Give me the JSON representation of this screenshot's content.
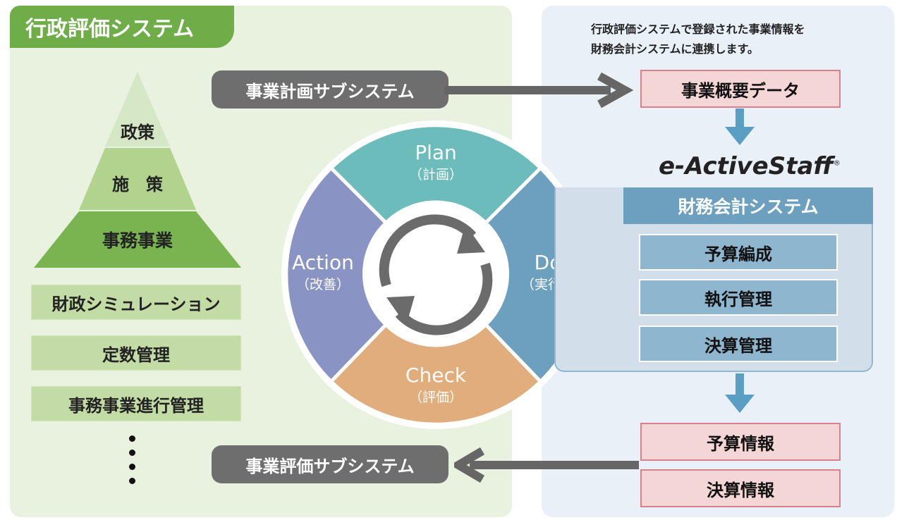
{
  "title": "行政評価システム",
  "note_lines": [
    "行政評価システムで登録された事業情報を",
    "財務会計システムに連携します。"
  ],
  "pyramid": {
    "top": "政策",
    "middle": "施　策",
    "bottom": "事務事業"
  },
  "left_list": [
    "財政シミュレーション",
    "定数管理",
    "事務事業進行管理"
  ],
  "planning_subsystem": "事業計画サブシステム",
  "evaluation_subsystem": "事業評価サブシステム",
  "cycle": {
    "plan": {
      "label": "Plan",
      "sub": "（計画）"
    },
    "do": {
      "label": "Do",
      "sub": "（実行）"
    },
    "check": {
      "label": "Check",
      "sub": "（評価）"
    },
    "action": {
      "label": "Action",
      "sub": "（改善）"
    }
  },
  "overview_data": "事業概要データ",
  "logo_text": "e-ActiveStaff",
  "logo_mark": "®",
  "finance": {
    "title": "財務会計システム",
    "items": [
      "予算編成",
      "執行管理",
      "決算管理"
    ]
  },
  "outputs": [
    "予算情報",
    "決算情報"
  ],
  "colors": {
    "plan": "#6cbcbc",
    "do": "#6d9fbf",
    "check": "#e1ad7d",
    "action": "#8a94c4",
    "accent_green": "#6fad48"
  }
}
